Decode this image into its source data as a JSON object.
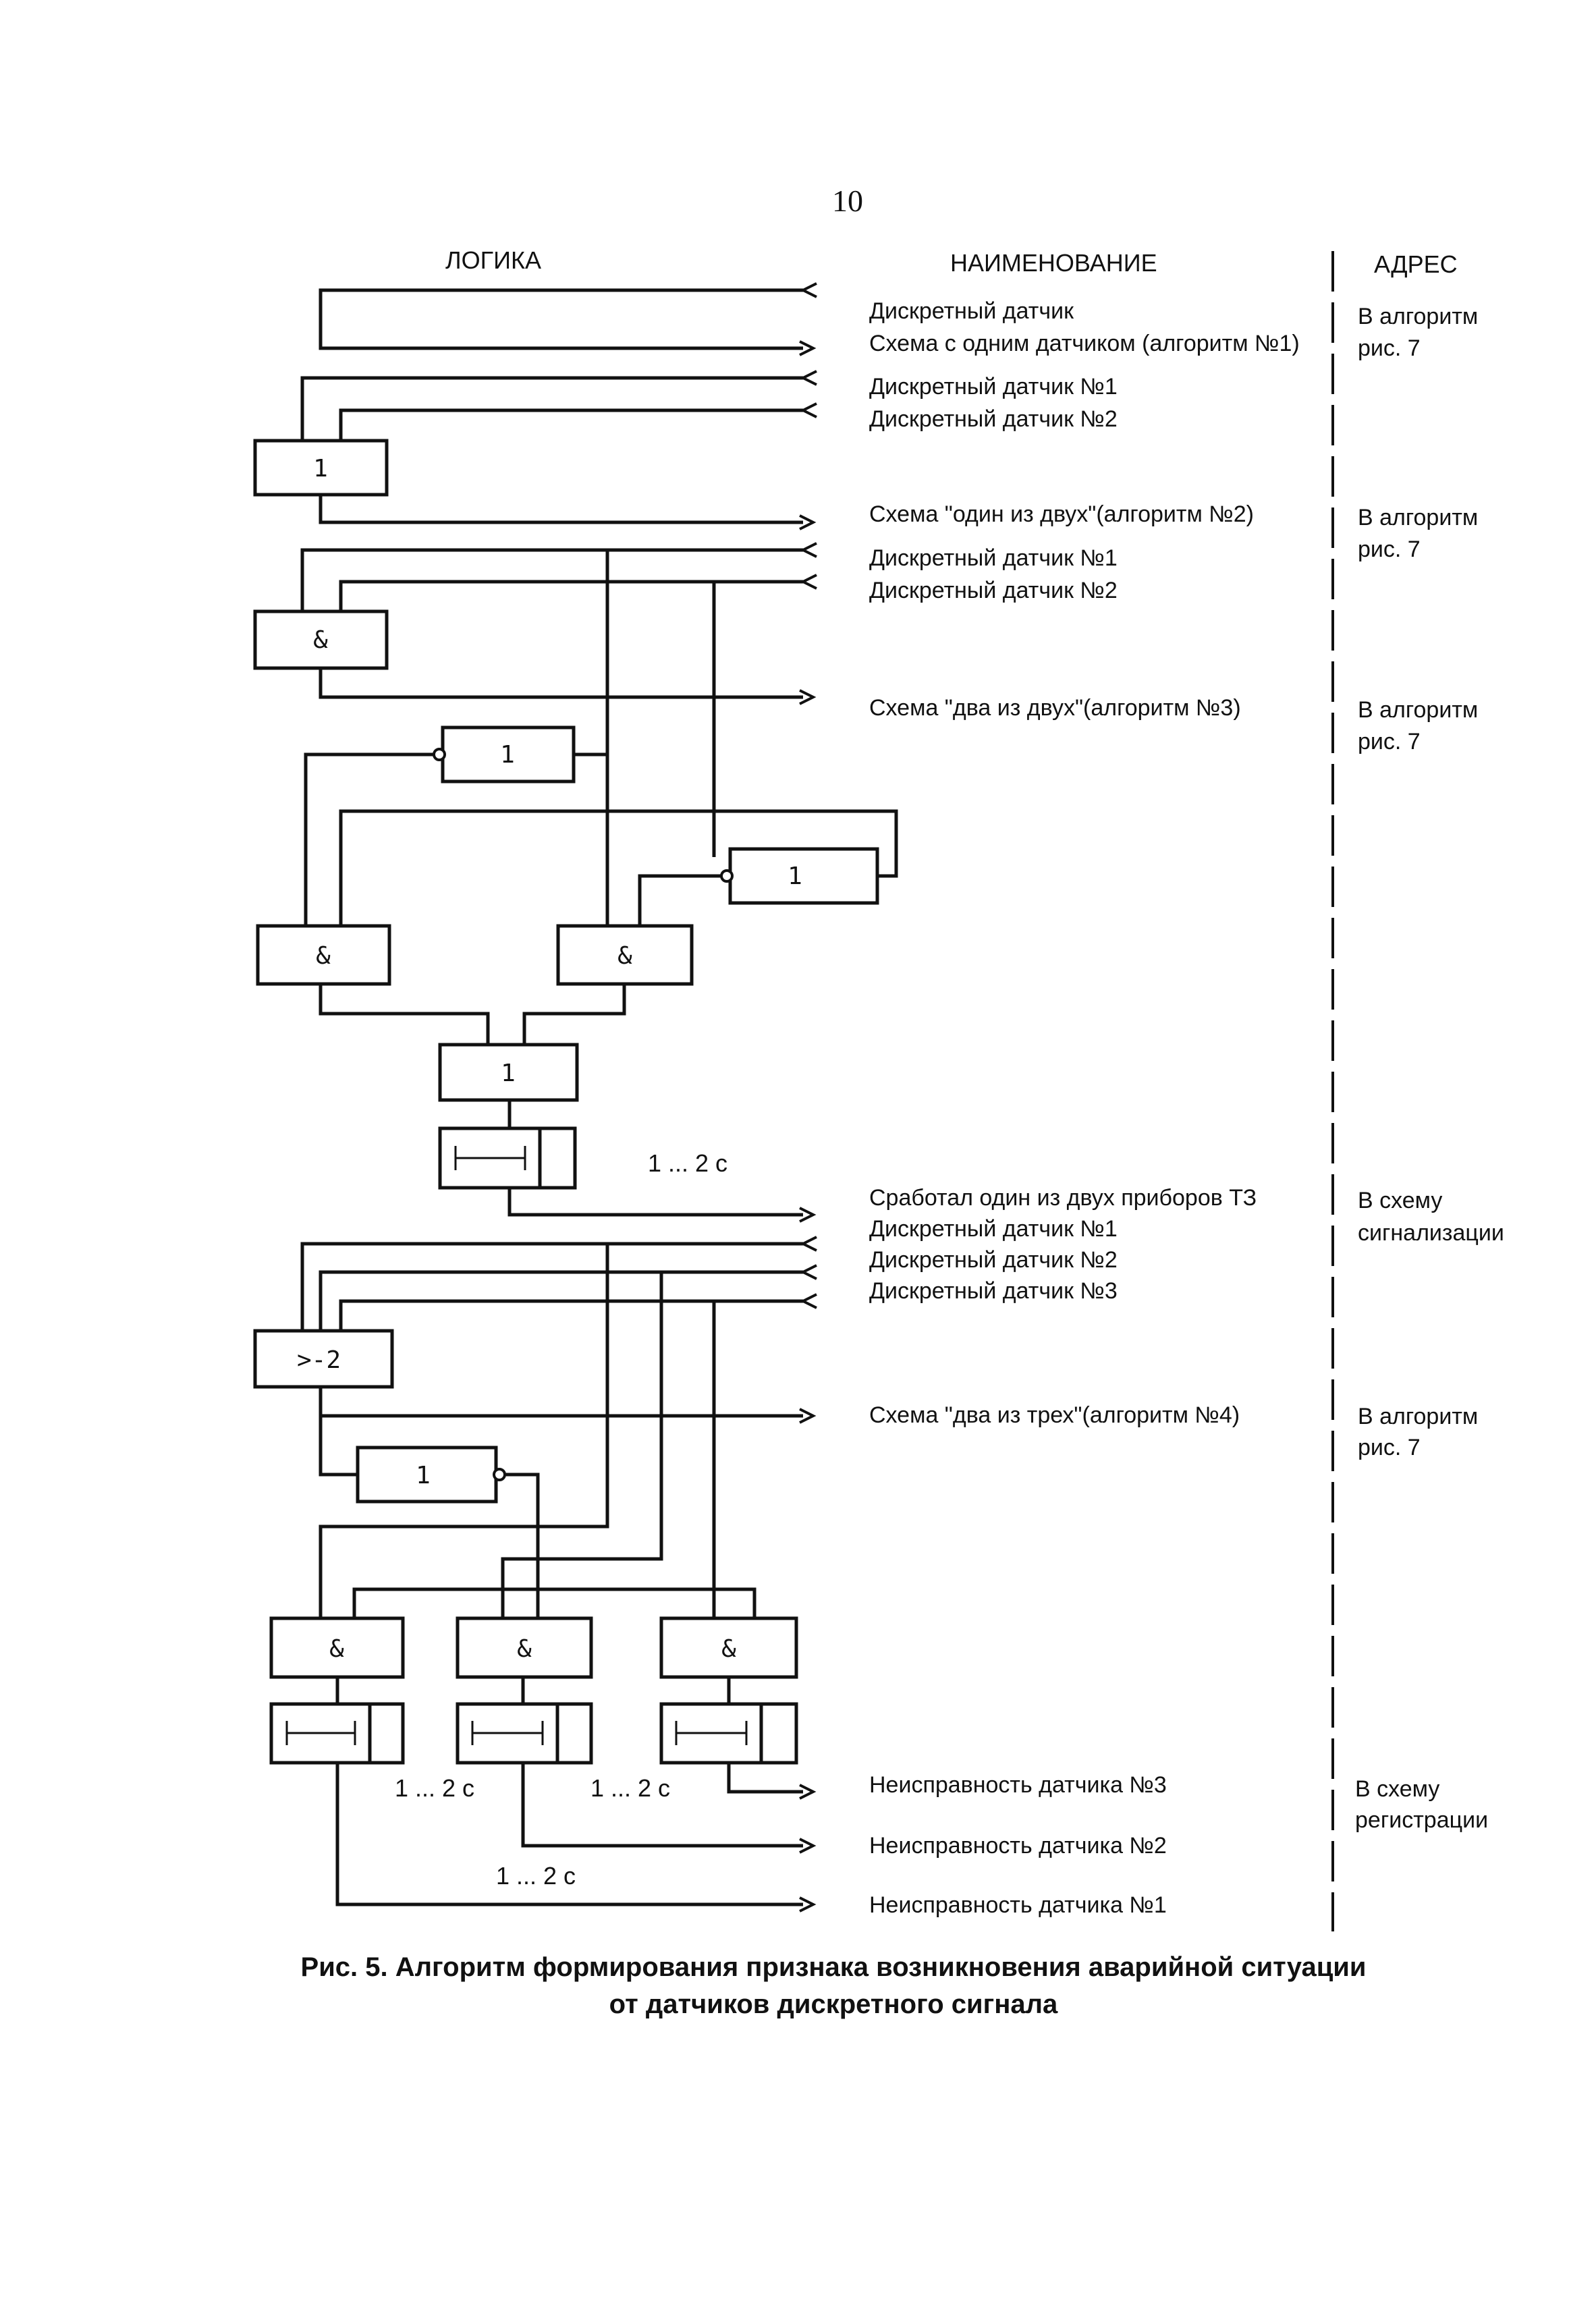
{
  "page_number": "10",
  "headers": {
    "logic": "ЛОГИКА",
    "name": "НАИМЕНОВАНИЕ",
    "address": "АДРЕС"
  },
  "names": {
    "n1": "Дискретный датчик",
    "n2": "Схема с одним датчиком (алгоритм №1)",
    "n3": "Дискретный датчик №1",
    "n4": "Дискретный датчик №2",
    "n5": "Схема \"один из двух\"(алгоритм №2)",
    "n6": "Дискретный датчик №1",
    "n7": "Дискретный датчик №2",
    "n8": "Схема \"два из двух\"(алгоритм №3)",
    "n9": "Сработал один из двух приборов ТЗ",
    "n10": "Дискретный датчик №1",
    "n11": "Дискретный датчик №2",
    "n12": "Дискретный датчик №3",
    "n13": "Схема \"два из трех\"(алгоритм №4)",
    "n14": "Неисправность датчика №3",
    "n15": "Неисправность датчика №2",
    "n16": "Неисправность датчика №1"
  },
  "addresses": {
    "a1_l1": "В алгоритм",
    "a1_l2": "рис. 7",
    "a2_l1": "В алгоритм",
    "a2_l2": "рис. 7",
    "a3_l1": "В алгоритм",
    "a3_l2": "рис. 7",
    "a4_l1": "В схему",
    "a4_l2": "сигнализации",
    "a5_l1": "В алгоритм",
    "a5_l2": "рис. 7",
    "a6_l1": "В схему",
    "a6_l2": "регистрации"
  },
  "gates": {
    "or1": "1",
    "and1": "&",
    "inv1": "1",
    "inv2": "1",
    "and2": "&",
    "and3": "&",
    "or2": "1",
    "ge2": ">-2",
    "inv3": "1",
    "and4": "&",
    "and5": "&",
    "and6": "&"
  },
  "delays": {
    "d1": "1 ... 2 c",
    "d2": "1 ... 2 c",
    "d3": "1 ... 2 c",
    "d4": "1 ... 2 c"
  },
  "caption": {
    "line1": "Рис. 5. Алгоритм формирования признака возникновения аварийной ситуации",
    "line2": "от датчиков дискретного сигнала"
  }
}
